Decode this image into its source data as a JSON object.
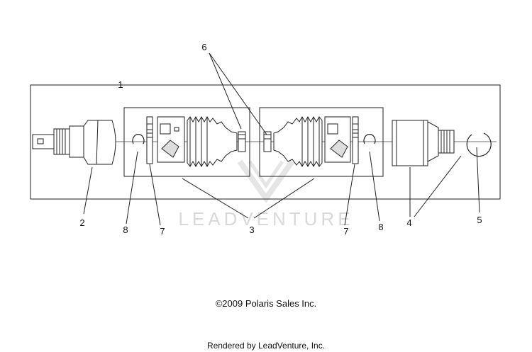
{
  "callouts": {
    "c1": "1",
    "c2": "2",
    "c3": "3",
    "c4": "4",
    "c5": "5",
    "c6": "6",
    "c7_left": "7",
    "c7_right": "7",
    "c8_left": "8",
    "c8_right": "8"
  },
  "watermark": "LEADVENTURE",
  "copyright": "©2009 Polaris Sales Inc.",
  "rendered_by": "Rendered by LeadVenture, Inc."
}
